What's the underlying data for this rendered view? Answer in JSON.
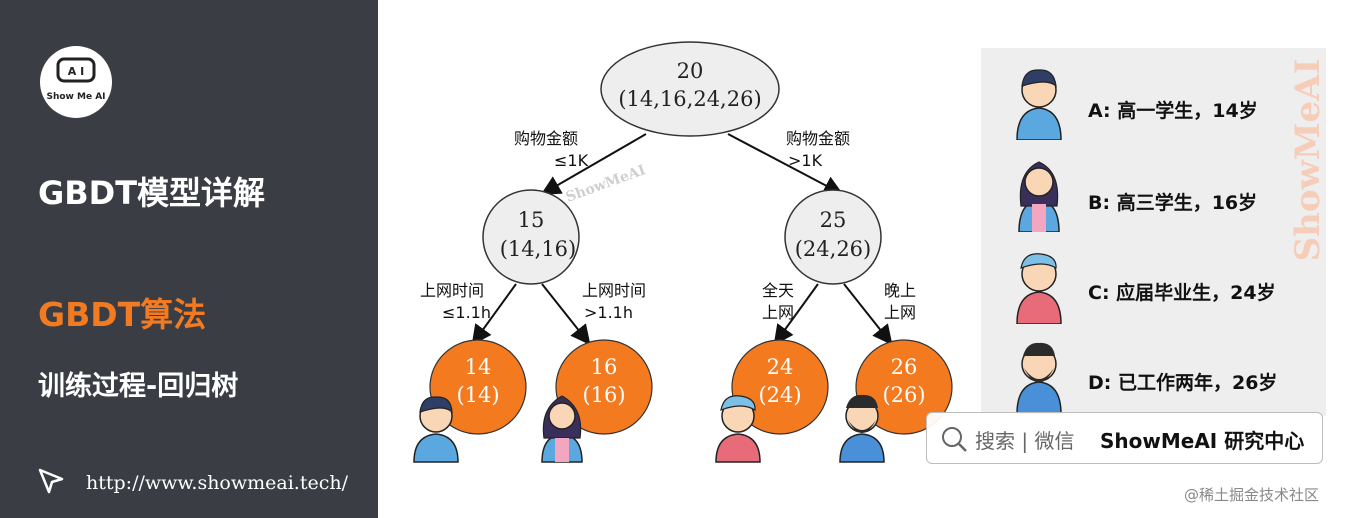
{
  "sidebar": {
    "logo_text": "Show Me AI",
    "title": "GBDT模型详解",
    "subtitle": "GBDT算法",
    "subtitle2": "训练过程-回归树",
    "link": "http://www.showmeai.tech/"
  },
  "tree": {
    "root": {
      "value": "20",
      "ages": "(14,16,24,26)"
    },
    "left": {
      "value": "15",
      "ages": "(14,16)"
    },
    "right": {
      "value": "25",
      "ages": "(24,26)"
    },
    "leaves": [
      {
        "value": "14",
        "ages": "(14)"
      },
      {
        "value": "16",
        "ages": "(16)"
      },
      {
        "value": "24",
        "ages": "(24)"
      },
      {
        "value": "26",
        "ages": "(26)"
      }
    ],
    "edge_labels": {
      "root_left_1": "购物金额",
      "root_left_2": "≤1K",
      "root_right_1": "购物金额",
      "root_right_2": ">1K",
      "l_left_1": "上网时间",
      "l_left_2": "≤1.1h",
      "l_right_1": "上网时间",
      "l_right_2": ">1.1h",
      "r_left_1": "全天",
      "r_left_2": "上网",
      "r_right_1": "晚上",
      "r_right_2": "上网"
    }
  },
  "legend": {
    "items": [
      {
        "label": "A: 高一学生，14岁"
      },
      {
        "label": "B: 高三学生，16岁"
      },
      {
        "label": "C: 应届毕业生，24岁"
      },
      {
        "label": "D: 已工作两年，26岁"
      }
    ]
  },
  "watermark": {
    "vertical": "ShowMeAI",
    "diagram": "ShowMeAI"
  },
  "search": {
    "text": "搜索 | 微信",
    "brand": "ShowMeAI 研究中心"
  },
  "credit": "@稀土掘金技术社区",
  "colors": {
    "sidebar_bg": "#3a3d44",
    "accent": "#f27b22",
    "leaf_fill": "#f47a20",
    "node_fill": "#eeeeee"
  }
}
